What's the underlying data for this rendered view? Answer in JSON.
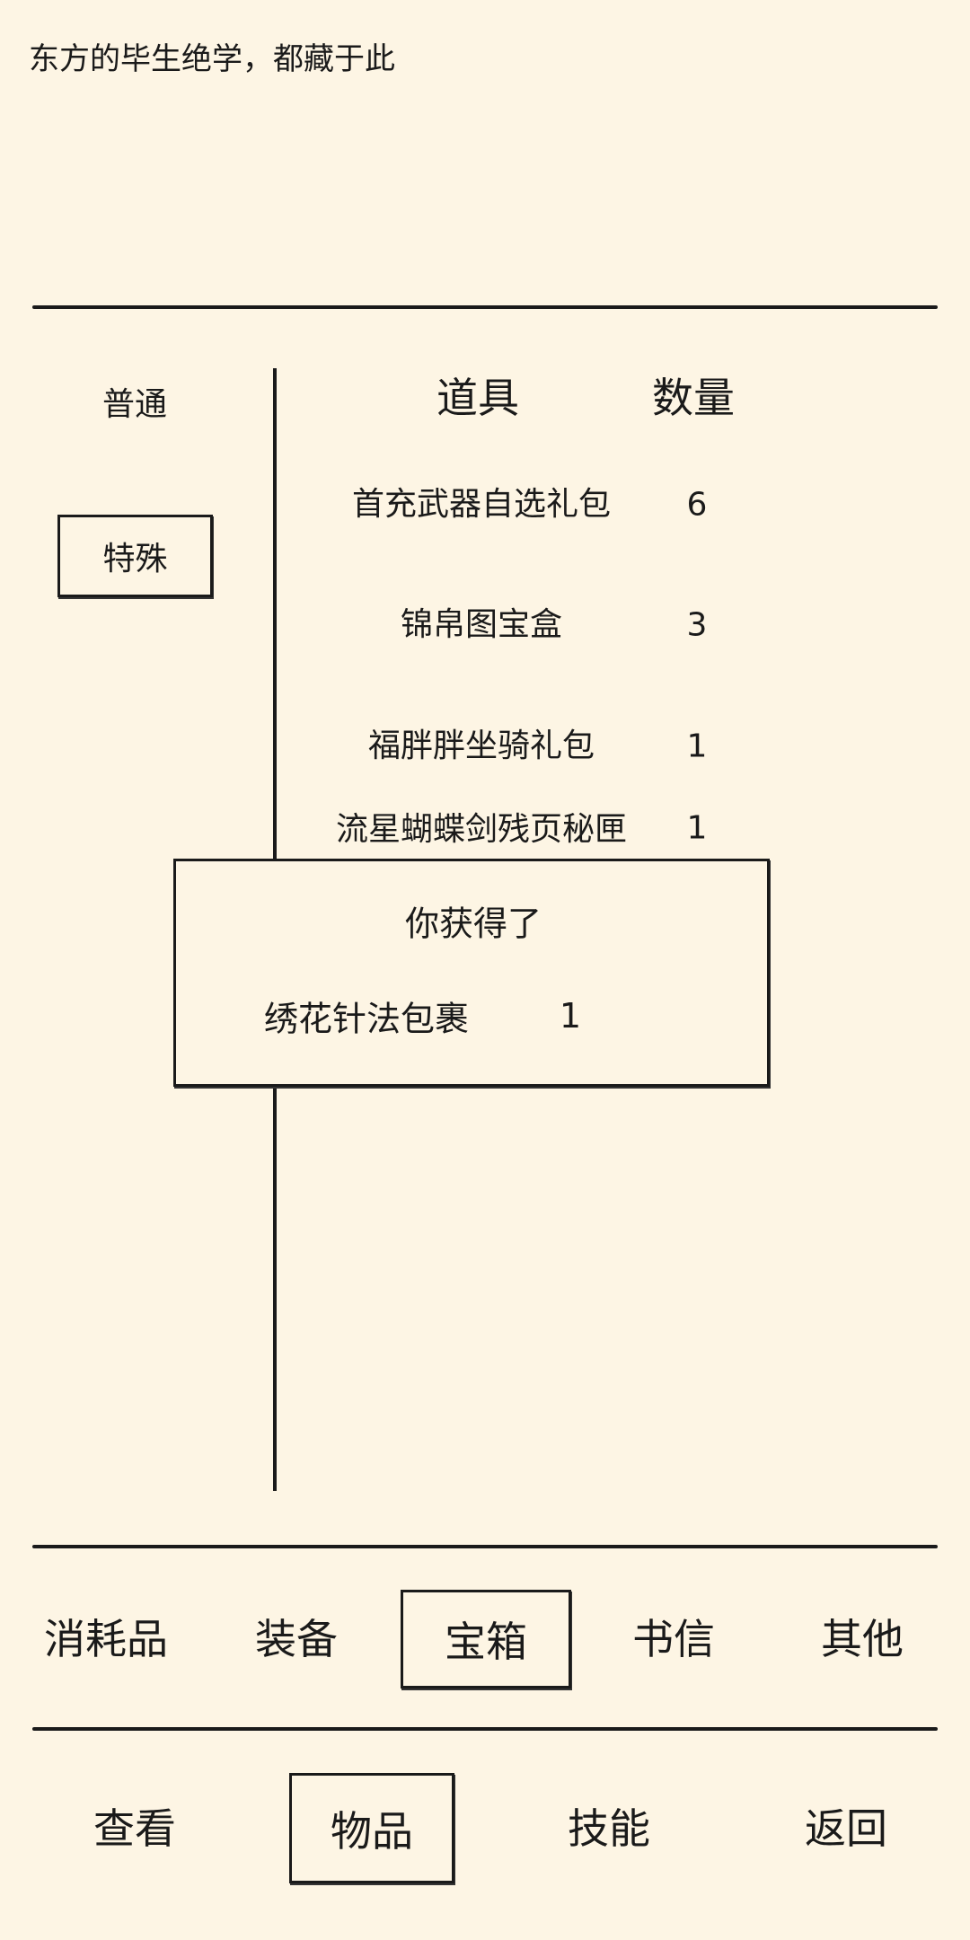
{
  "header": {
    "title": "东方的毕生绝学，都藏于此"
  },
  "sidebar": {
    "items": [
      {
        "label": "普通"
      },
      {
        "label": "特殊",
        "selected": true
      }
    ]
  },
  "table": {
    "col_item": "道具",
    "col_qty": "数量",
    "rows": [
      {
        "name": "首充武器自选礼包",
        "qty": "6"
      },
      {
        "name": "锦帛图宝盒",
        "qty": "3"
      },
      {
        "name": "福胖胖坐骑礼包",
        "qty": "1"
      },
      {
        "name": "流星蝴蝶剑残页秘匣",
        "qty": "1"
      }
    ]
  },
  "popup": {
    "title": "你获得了",
    "item": "绣花针法包裹",
    "qty": "1"
  },
  "category_tabs": [
    {
      "label": "消耗品"
    },
    {
      "label": "装备"
    },
    {
      "label": "宝箱",
      "selected": true
    },
    {
      "label": "书信"
    },
    {
      "label": "其他"
    }
  ],
  "bottom_nav": [
    {
      "label": "查看"
    },
    {
      "label": "物品",
      "selected": true
    },
    {
      "label": "技能"
    },
    {
      "label": "返回"
    }
  ]
}
